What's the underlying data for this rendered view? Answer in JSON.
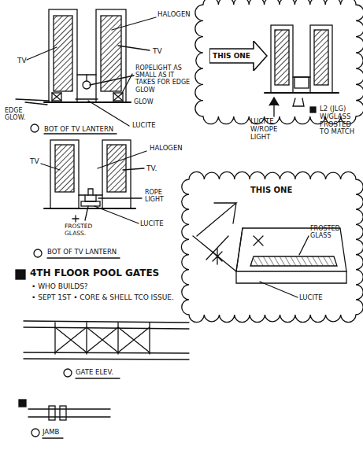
{
  "diagram": {
    "nodes": [
      {
        "text": [
          "THIS ONE"
        ]
      }
    ],
    "labels": [
      "HALOGEN",
      "TV",
      "TV",
      "ROPELIGHT AS SMALL AS IT TAKES FOR EDGE GLOW",
      "EDGE GLOW.",
      "GLOW",
      "LUCITE",
      "BOT OF TV LANTERN",
      "HALOGEN",
      "TV",
      "TV.",
      "ROPE LIGHT",
      "LUCITE",
      "FROSTED GLASS.",
      "BOT OF TV LANTERN",
      "LUCITE W/ROPE LIGHT",
      "L2 (JLG) W/GLASS FROSTED TO MATCH",
      "THIS ONE",
      "FROSTED GLASS",
      "LUCITE",
      "4TH FLOOR POOL GATES",
      "• WHO BUILDS?",
      "• SEPT 1ST • CORE & SHELL TCO ISSUE.",
      "GATE ELEV.",
      "JAMB"
    ]
  }
}
